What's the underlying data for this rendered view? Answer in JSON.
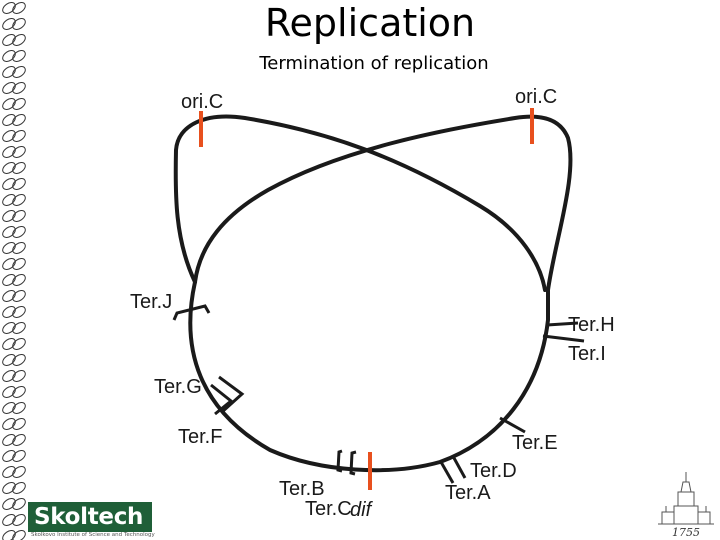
{
  "slide": {
    "title": "Replication",
    "subtitle": "Termination of replication"
  },
  "diagram": {
    "origin_labels": [
      "ori.C",
      "ori.C"
    ],
    "ter_labels": {
      "terJ": "Ter.J",
      "terH": "Ter.H",
      "terI": "Ter.I",
      "terG": "Ter.G",
      "terF": "Ter.F",
      "terE": "Ter.E",
      "terD": "Ter.D",
      "terA": "Ter.A",
      "terB": "Ter.B",
      "terC": "Ter.C",
      "dif": "dif"
    },
    "colors": {
      "strand": "#1a1a1a",
      "origin_marker": "#e8501e",
      "dif_marker": "#e8501e"
    }
  },
  "branding": {
    "logo_text": "Skoltech",
    "logo_subtext": "Skolkovo Institute of Science and Technology",
    "logo_color": "#1f5f38",
    "msu_year": "1755",
    "msu_icon": "msu-building-icon"
  }
}
